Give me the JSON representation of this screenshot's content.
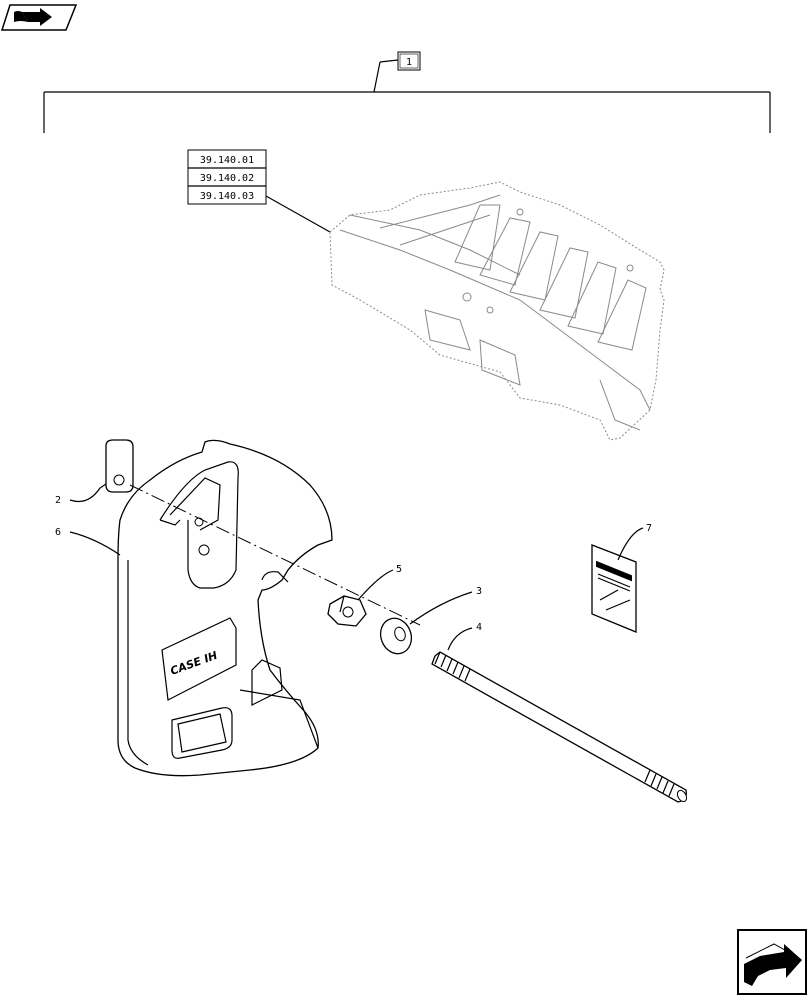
{
  "diagram": {
    "group_label": "1",
    "references": [
      "39.140.01",
      "39.140.02",
      "39.140.03"
    ],
    "callouts": [
      {
        "id": "2",
        "label": "2"
      },
      {
        "id": "6",
        "label": "6"
      },
      {
        "id": "5",
        "label": "5"
      },
      {
        "id": "3",
        "label": "3"
      },
      {
        "id": "4",
        "label": "4"
      },
      {
        "id": "7",
        "label": "7"
      }
    ],
    "logo_text": "CASE IH"
  },
  "icons": {
    "top_left": "book-arrow-icon",
    "bottom_right": "next-page-arrow-icon"
  }
}
